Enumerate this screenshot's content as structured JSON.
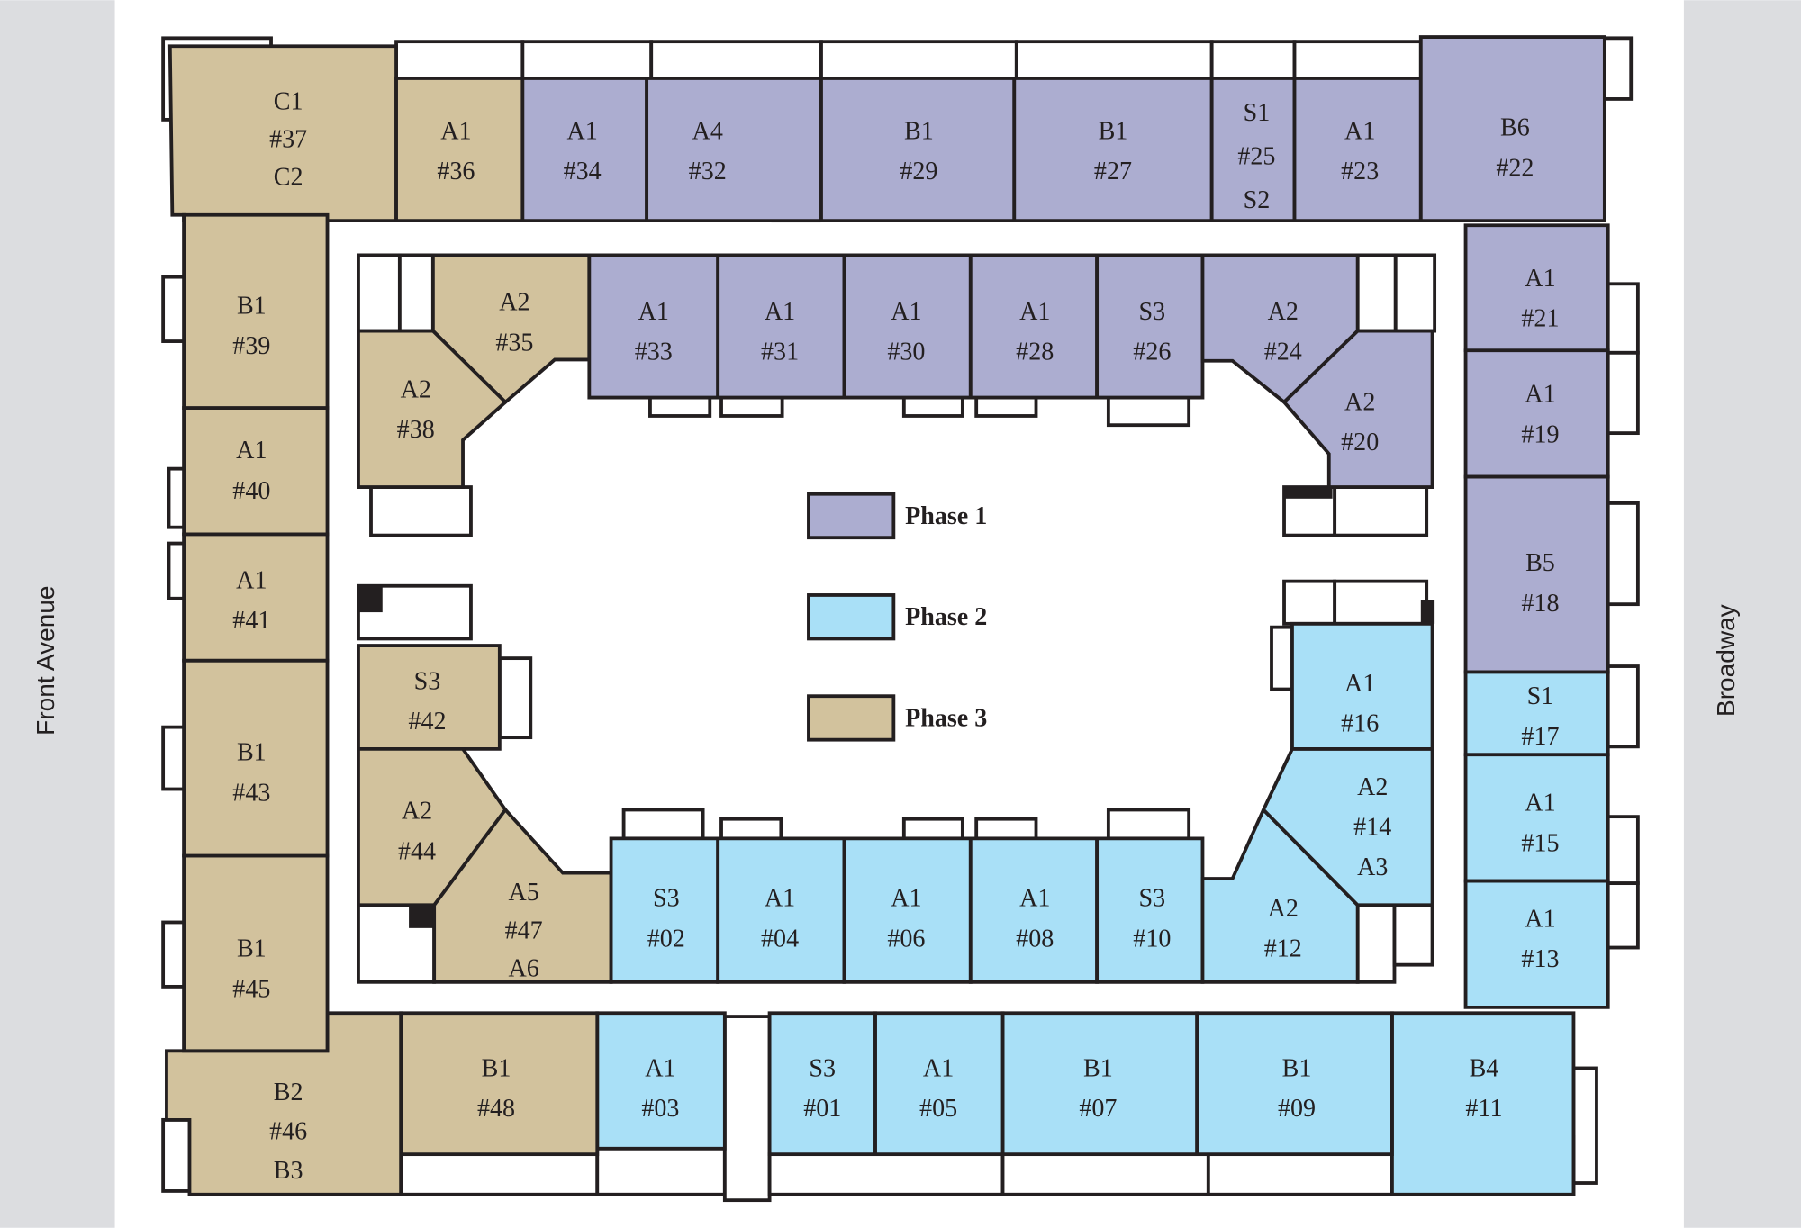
{
  "streets": {
    "left": "Front Avenue",
    "right": "Broadway"
  },
  "colors": {
    "phase1": "#acadd0",
    "phase2": "#a9e0f7",
    "phase3": "#d2c29d",
    "margin": "#dcdde0",
    "outline": "#231f20"
  },
  "legend": [
    {
      "label": "Phase 1",
      "phase": 1
    },
    {
      "label": "Phase 2",
      "phase": 2
    },
    {
      "label": "Phase 3",
      "phase": 3
    }
  ],
  "units": [
    {
      "id": "#37",
      "types": [
        "C1",
        "C2"
      ],
      "phase": 3
    },
    {
      "id": "#36",
      "types": [
        "A1"
      ],
      "phase": 3
    },
    {
      "id": "#34",
      "types": [
        "A1"
      ],
      "phase": 1
    },
    {
      "id": "#32",
      "types": [
        "A4"
      ],
      "phase": 1
    },
    {
      "id": "#29",
      "types": [
        "B1"
      ],
      "phase": 1
    },
    {
      "id": "#27",
      "types": [
        "B1"
      ],
      "phase": 1
    },
    {
      "id": "#25",
      "types": [
        "S1",
        "S2"
      ],
      "phase": 1
    },
    {
      "id": "#23",
      "types": [
        "A1"
      ],
      "phase": 1
    },
    {
      "id": "#22",
      "types": [
        "B6"
      ],
      "phase": 1
    },
    {
      "id": "#21",
      "types": [
        "A1"
      ],
      "phase": 1
    },
    {
      "id": "#19",
      "types": [
        "A1"
      ],
      "phase": 1
    },
    {
      "id": "#18",
      "types": [
        "B5"
      ],
      "phase": 1
    },
    {
      "id": "#17",
      "types": [
        "S1"
      ],
      "phase": 2
    },
    {
      "id": "#15",
      "types": [
        "A1"
      ],
      "phase": 2
    },
    {
      "id": "#13",
      "types": [
        "A1"
      ],
      "phase": 2
    },
    {
      "id": "#11",
      "types": [
        "B4"
      ],
      "phase": 2
    },
    {
      "id": "#09",
      "types": [
        "B1"
      ],
      "phase": 2
    },
    {
      "id": "#07",
      "types": [
        "B1"
      ],
      "phase": 2
    },
    {
      "id": "#05",
      "types": [
        "A1"
      ],
      "phase": 2
    },
    {
      "id": "#01",
      "types": [
        "S3"
      ],
      "phase": 2
    },
    {
      "id": "#03",
      "types": [
        "A1"
      ],
      "phase": 2
    },
    {
      "id": "#48",
      "types": [
        "B1"
      ],
      "phase": 3
    },
    {
      "id": "#46",
      "types": [
        "B2",
        "B3"
      ],
      "phase": 3
    },
    {
      "id": "#45",
      "types": [
        "B1"
      ],
      "phase": 3
    },
    {
      "id": "#43",
      "types": [
        "B1"
      ],
      "phase": 3
    },
    {
      "id": "#41",
      "types": [
        "A1"
      ],
      "phase": 3
    },
    {
      "id": "#40",
      "types": [
        "A1"
      ],
      "phase": 3
    },
    {
      "id": "#39",
      "types": [
        "B1"
      ],
      "phase": 3
    },
    {
      "id": "#35",
      "types": [
        "A2"
      ],
      "phase": 3
    },
    {
      "id": "#38",
      "types": [
        "A2"
      ],
      "phase": 3
    },
    {
      "id": "#33",
      "types": [
        "A1"
      ],
      "phase": 1
    },
    {
      "id": "#31",
      "types": [
        "A1"
      ],
      "phase": 1
    },
    {
      "id": "#30",
      "types": [
        "A1"
      ],
      "phase": 1
    },
    {
      "id": "#28",
      "types": [
        "A1"
      ],
      "phase": 1
    },
    {
      "id": "#26",
      "types": [
        "S3"
      ],
      "phase": 1
    },
    {
      "id": "#24",
      "types": [
        "A2"
      ],
      "phase": 1
    },
    {
      "id": "#20",
      "types": [
        "A2"
      ],
      "phase": 1
    },
    {
      "id": "#42",
      "types": [
        "S3"
      ],
      "phase": 3
    },
    {
      "id": "#44",
      "types": [
        "A2"
      ],
      "phase": 3
    },
    {
      "id": "#47",
      "types": [
        "A5",
        "A6"
      ],
      "phase": 3
    },
    {
      "id": "#02",
      "types": [
        "S3"
      ],
      "phase": 2
    },
    {
      "id": "#04",
      "types": [
        "A1"
      ],
      "phase": 2
    },
    {
      "id": "#06",
      "types": [
        "A1"
      ],
      "phase": 2
    },
    {
      "id": "#08",
      "types": [
        "A1"
      ],
      "phase": 2
    },
    {
      "id": "#10",
      "types": [
        "S3"
      ],
      "phase": 2
    },
    {
      "id": "#12",
      "types": [
        "A2"
      ],
      "phase": 2
    },
    {
      "id": "#14",
      "types": [
        "A2",
        "A3"
      ],
      "phase": 2
    },
    {
      "id": "#16",
      "types": [
        "A1"
      ],
      "phase": 2
    }
  ]
}
